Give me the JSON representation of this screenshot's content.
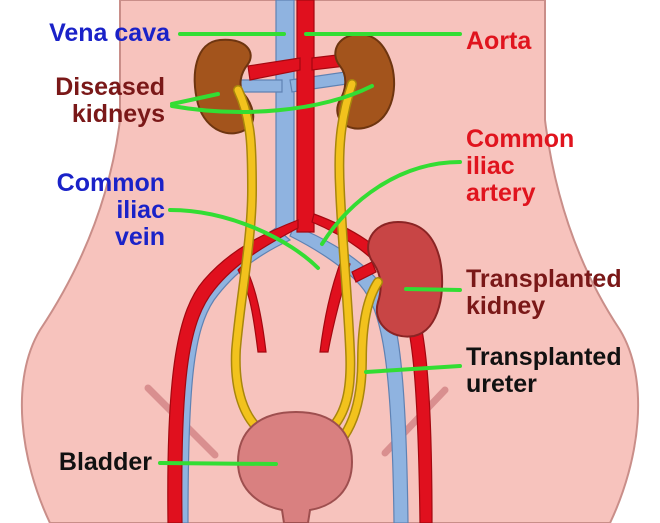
{
  "labels": {
    "vena_cava": "Vena cava",
    "aorta": "Aorta",
    "diseased_kidneys": [
      "Diseased",
      "kidneys"
    ],
    "common_iliac_artery": [
      "Common",
      "iliac",
      "artery"
    ],
    "common_iliac_vein": [
      "Common",
      "iliac",
      "vein"
    ],
    "transplanted_kidney": [
      "Transplanted",
      "kidney"
    ],
    "transplanted_ureter": [
      "Transplanted",
      "ureter"
    ],
    "bladder": "Bladder"
  },
  "colors": {
    "background": "#ffffff",
    "body_fill": "#f7c3bd",
    "body_outline": "#c98e89",
    "artery": "#e0101e",
    "vein": "#8fb3e0",
    "ureter": "#f2c21d",
    "diseased_kidney": "#a3541c",
    "transplanted_kidney": "#c84545",
    "bladder": "#d98080",
    "pointer_line": "#33dd33",
    "label_blue": "#1a22c8",
    "label_red": "#e0141e",
    "label_darkred": "#7a1818",
    "label_black": "#111111"
  }
}
